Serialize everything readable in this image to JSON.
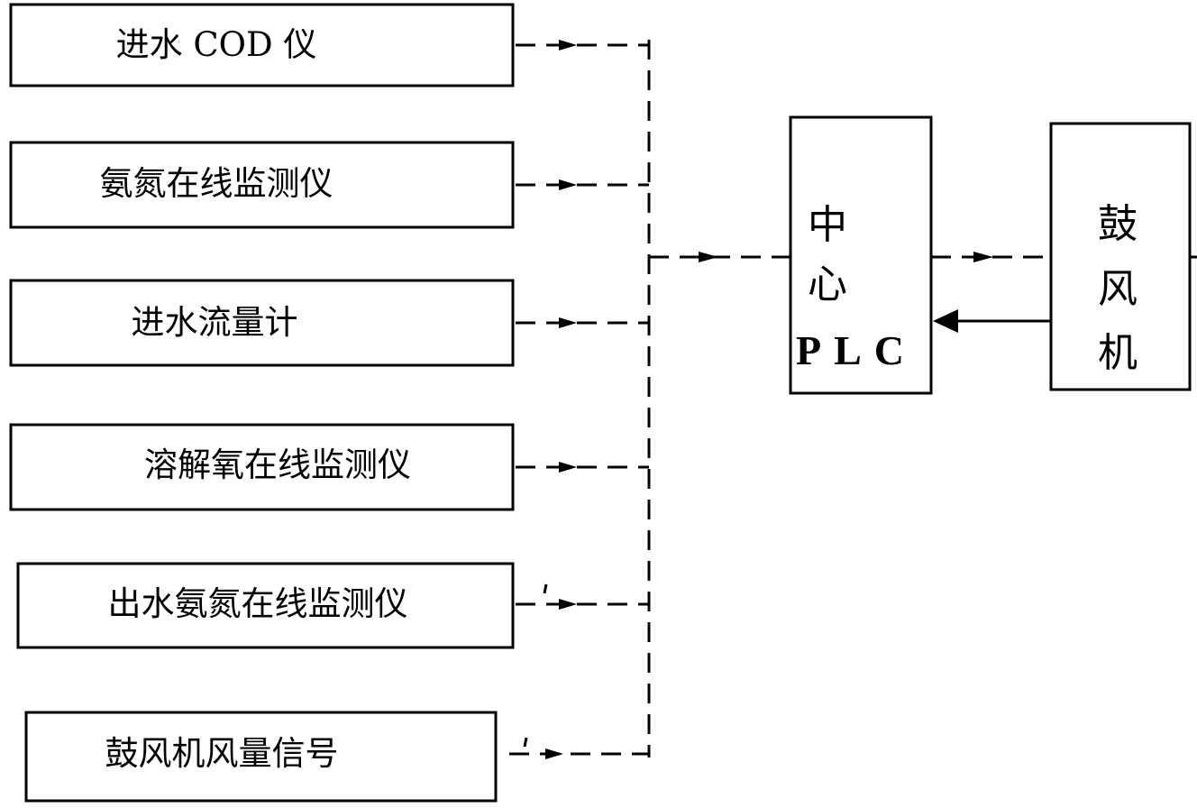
{
  "input_boxes": [
    {
      "label": "进水 COD 仪"
    },
    {
      "label": "氨氮在线监测仪"
    },
    {
      "label": "进水流量计"
    },
    {
      "label": "溶解氧在线监测仪"
    },
    {
      "label": "出水氨氮在线监测仪"
    },
    {
      "label": "鼓风机风量信号"
    }
  ],
  "plc": {
    "line1": "中",
    "line2": "心",
    "line3": "PLC"
  },
  "blower": {
    "line1": "鼓",
    "line2": "风",
    "line3": "机"
  }
}
